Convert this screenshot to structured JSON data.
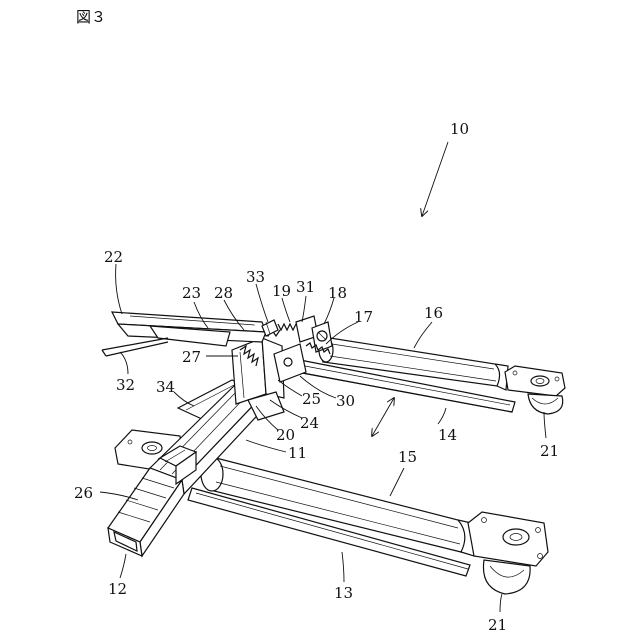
{
  "figure": {
    "title": "図３",
    "labels": {
      "l10": "10",
      "l11": "11",
      "l12": "12",
      "l13": "13",
      "l14": "14",
      "l15": "15",
      "l16": "16",
      "l17": "17",
      "l18": "18",
      "l19": "19",
      "l20": "20",
      "l21a": "21",
      "l21b": "21",
      "l22": "22",
      "l23": "23",
      "l24": "24",
      "l25": "25",
      "l26": "26",
      "l27": "27",
      "l28": "28",
      "l30": "30",
      "l31": "31",
      "l32": "32",
      "l33": "33",
      "l34": "34"
    }
  }
}
